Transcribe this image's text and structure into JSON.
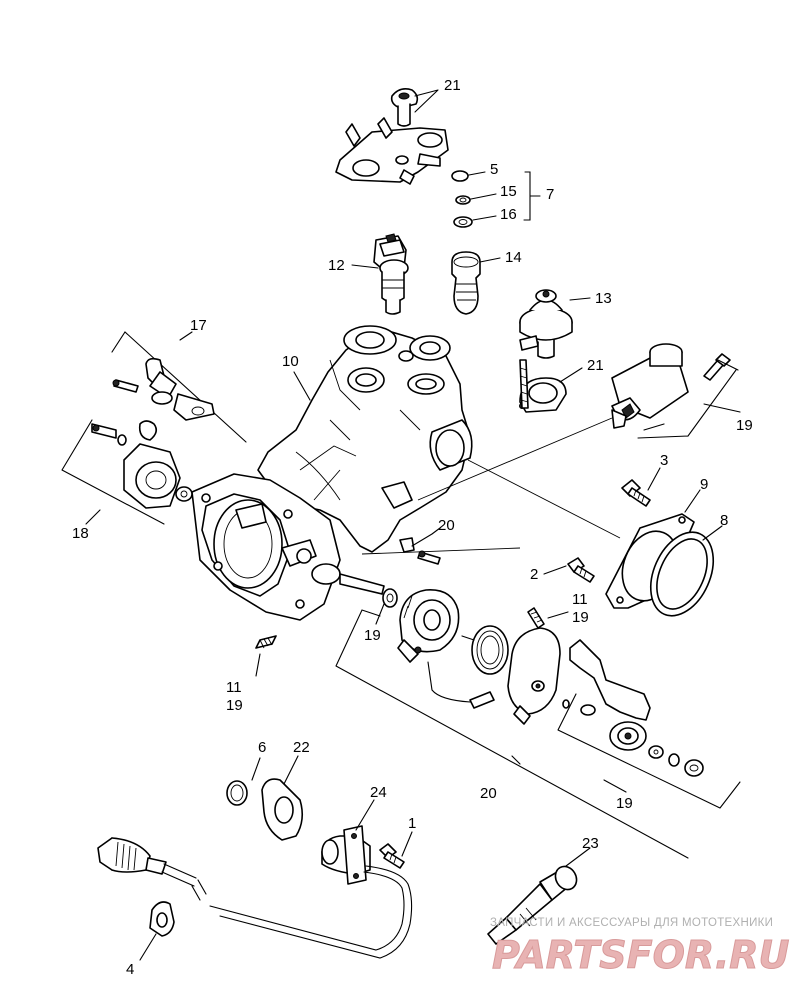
{
  "callouts": {
    "c1": "1",
    "c2": "2",
    "c3": "3",
    "c4": "4",
    "c5": "5",
    "c6": "6",
    "c7": "7",
    "c8": "8",
    "c9": "9",
    "c10": "10",
    "c11a": "11",
    "c11b": "11",
    "c12": "12",
    "c13": "13",
    "c14": "14",
    "c15": "15",
    "c16": "16",
    "c17": "17",
    "c18": "18",
    "c19a": "19",
    "c19b": "19",
    "c19c": "19",
    "c19d": "19",
    "c19e": "19",
    "c20a": "20",
    "c20b": "20",
    "c21a": "21",
    "c21b": "21",
    "c22": "22",
    "c23": "23",
    "c24": "24"
  },
  "watermark": {
    "tagline": "ЗАПЧАСТИ И АКСЕССУАРЫ ДЛЯ МОТОТЕХНИКИ",
    "logo": "PARTSFOR.RU"
  }
}
